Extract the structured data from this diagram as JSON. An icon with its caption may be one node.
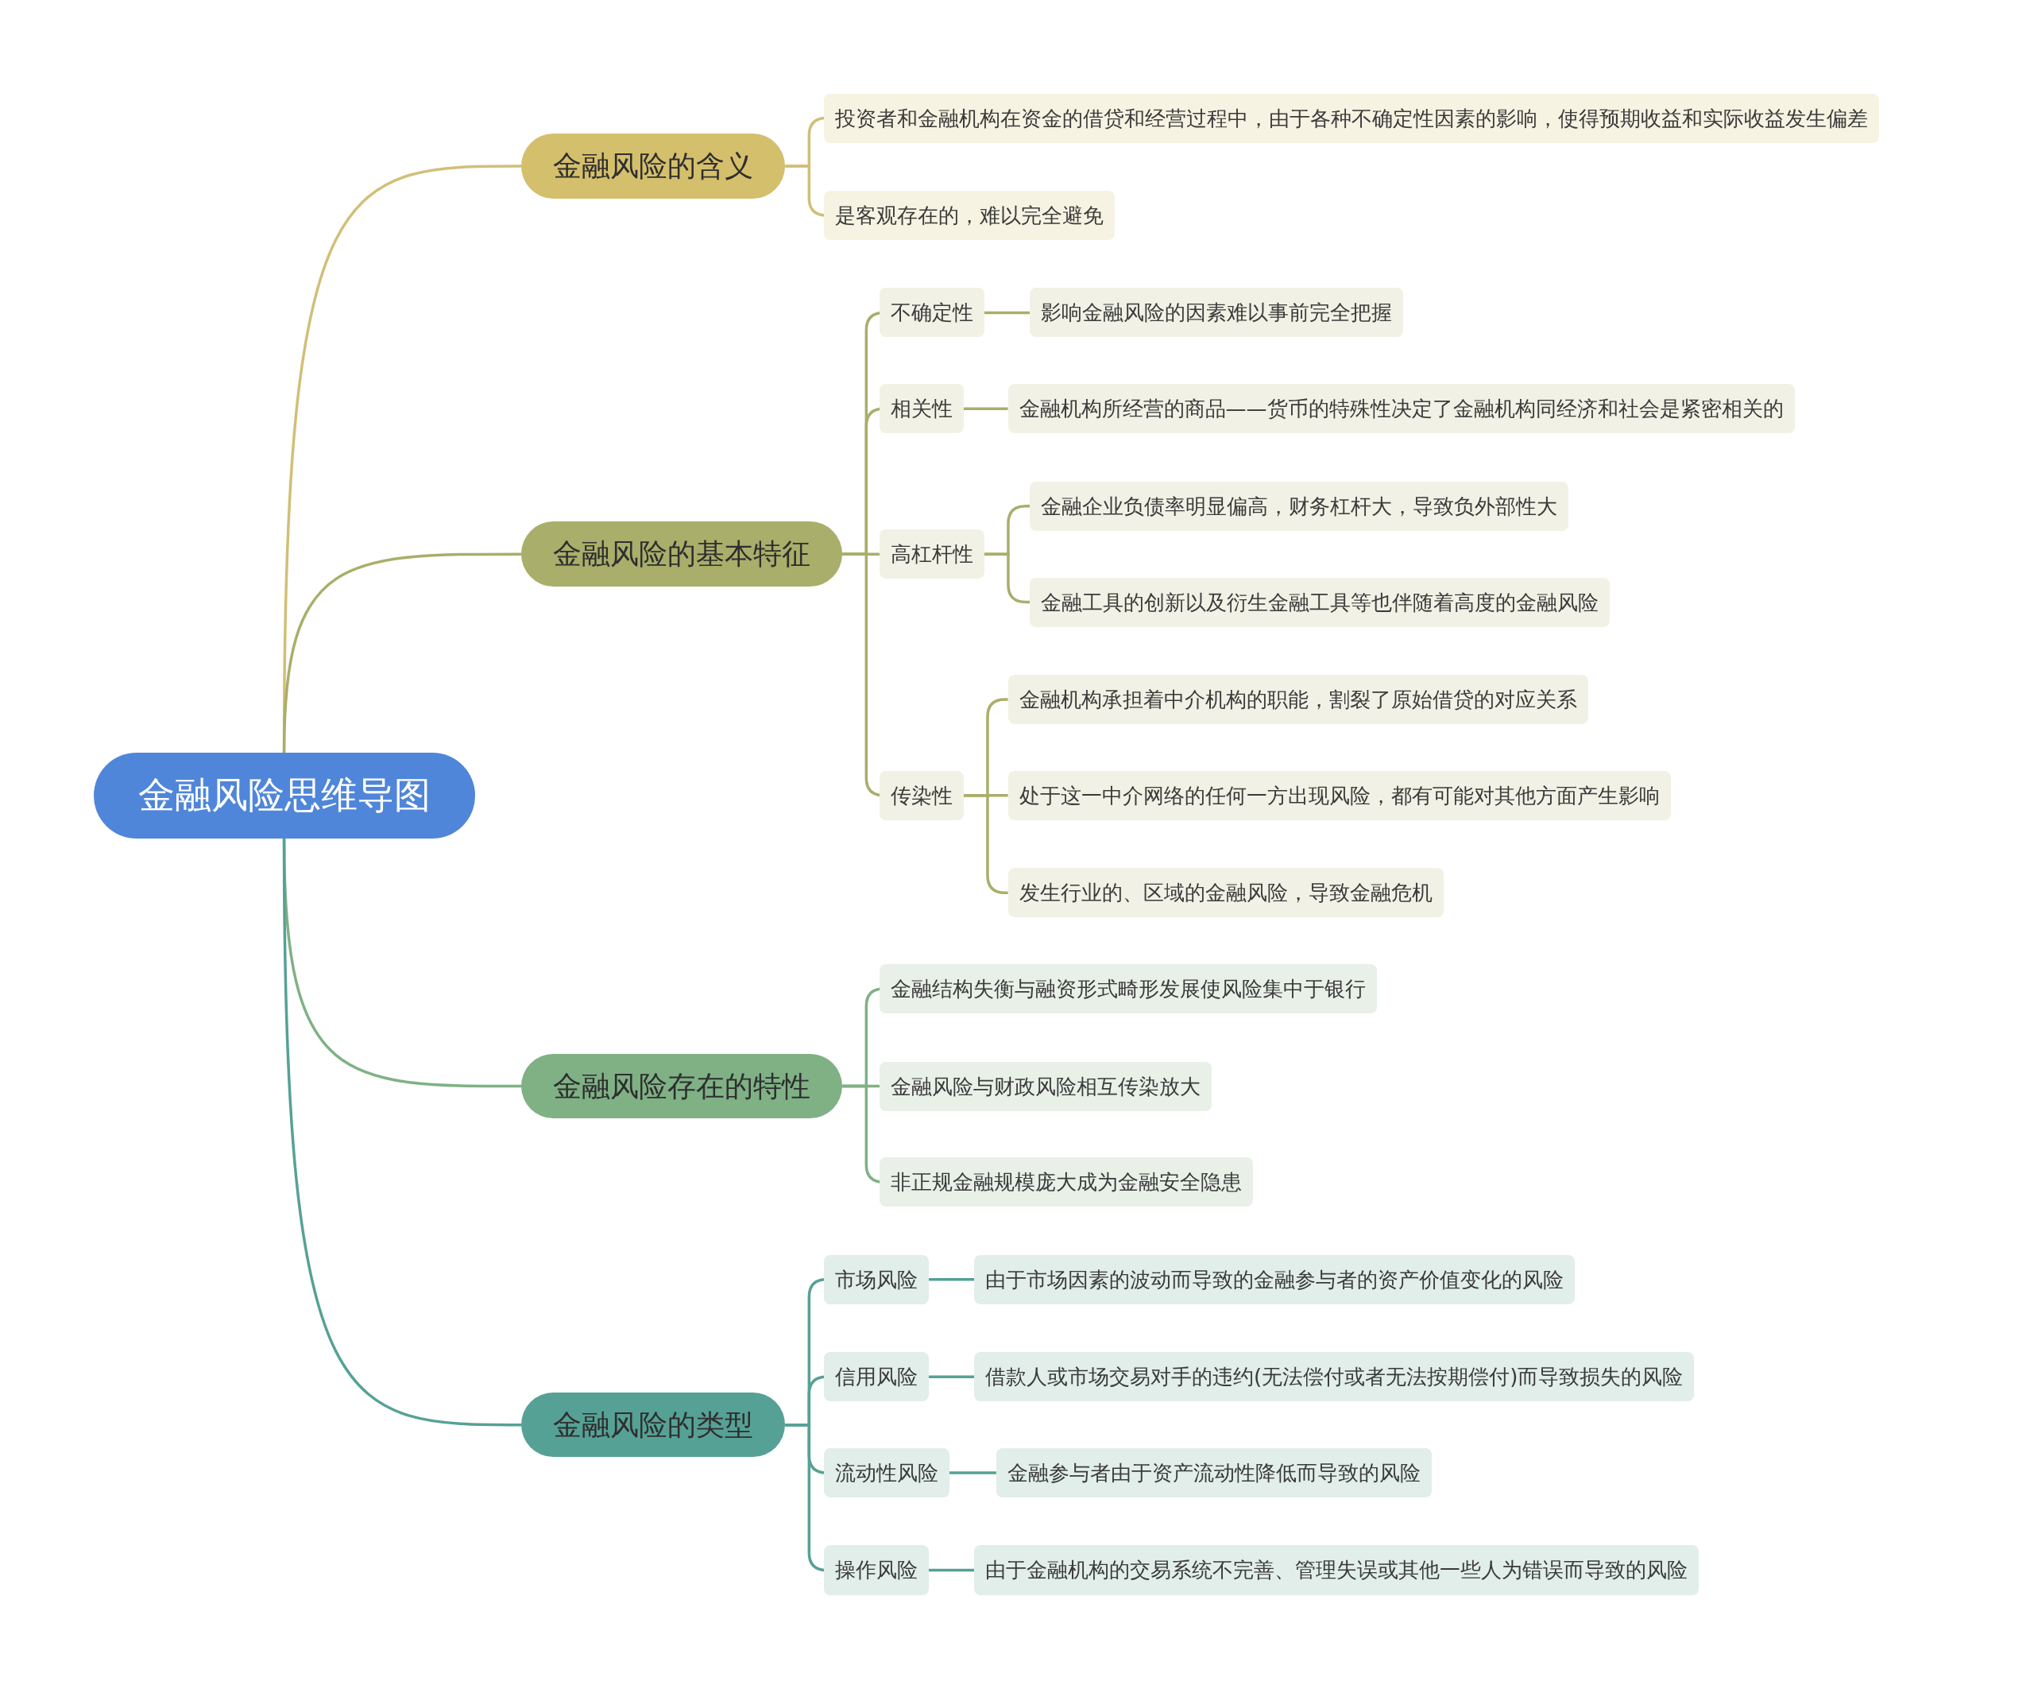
{
  "diagram": {
    "nodes": [
      {
        "text": [
          "金融风险思维导图"
        ]
      },
      {
        "text": [
          "金融风险的含义"
        ]
      },
      {
        "text": [
          "投资者和金融机构在资金的借贷和经营过程中，由于各种不确定性因素的影响，使得预期收益和实际收益发生偏差"
        ]
      },
      {
        "text": [
          "是客观存在的，难以完全避免"
        ]
      },
      {
        "text": [
          "金融风险的基本特征"
        ]
      },
      {
        "text": [
          "不确定性"
        ]
      },
      {
        "text": [
          "影响金融风险的因素难以事前完全把握"
        ]
      },
      {
        "text": [
          "相关性"
        ]
      },
      {
        "text": [
          "金融机构所经营的商品——货币的特殊性决定了金融机构同经济和社会是紧密相关的"
        ]
      },
      {
        "text": [
          "高杠杆性"
        ]
      },
      {
        "text": [
          "金融企业负债率明显偏高，财务杠杆大，导致负外部性大"
        ]
      },
      {
        "text": [
          "金融工具的创新以及衍生金融工具等也伴随着高度的金融风险"
        ]
      },
      {
        "text": [
          "传染性"
        ]
      },
      {
        "text": [
          "金融机构承担着中介机构的职能，割裂了原始借贷的对应关系"
        ]
      },
      {
        "text": [
          "处于这一中介网络的任何一方出现风险，都有可能对其他方面产生影响"
        ]
      },
      {
        "text": [
          "发生行业的、区域的金融风险，导致金融危机"
        ]
      },
      {
        "text": [
          "金融风险存在的特性"
        ]
      },
      {
        "text": [
          "金融结构失衡与融资形式畸形发展使风险集中于银行"
        ]
      },
      {
        "text": [
          "金融风险与财政风险相互传染放大"
        ]
      },
      {
        "text": [
          "非正规金融规模庞大成为金融安全隐患"
        ]
      },
      {
        "text": [
          "金融风险的类型"
        ]
      },
      {
        "text": [
          "市场风险"
        ]
      },
      {
        "text": [
          "由于市场因素的波动而导致的金融参与者的资产价值变化的风险"
        ]
      },
      {
        "text": [
          "信用风险"
        ]
      },
      {
        "text": [
          "借款人或市场交易对手的违约(无法偿付或者无法按期偿付)而导致损失的风险"
        ]
      },
      {
        "text": [
          "流动性风险"
        ]
      },
      {
        "text": [
          "金融参与者由于资产流动性降低而导致的风险"
        ]
      },
      {
        "text": [
          "操作风险"
        ]
      },
      {
        "text": [
          "由于金融机构的交易系统不完善、管理失误或其他一些人为错误而导致的风险"
        ]
      }
    ],
    "edges": [
      {
        "from": 0,
        "to": 1,
        "arrow": "none",
        "color": "#d2bf76"
      },
      {
        "from": 1,
        "to": 2,
        "arrow": "none",
        "color": "#d2bf76"
      },
      {
        "from": 1,
        "to": 3,
        "arrow": "none",
        "color": "#d2bf76"
      },
      {
        "from": 0,
        "to": 4,
        "arrow": "none"
      },
      {
        "from": 4,
        "to": 5,
        "arrow": "none"
      },
      {
        "from": 5,
        "to": 6,
        "arrow": "none"
      },
      {
        "from": 4,
        "to": 7,
        "arrow": "none"
      },
      {
        "from": 7,
        "to": 8,
        "arrow": "none"
      },
      {
        "from": 4,
        "to": 9,
        "arrow": "none"
      },
      {
        "from": 9,
        "to": 10,
        "arrow": "none"
      },
      {
        "from": 9,
        "to": 11,
        "arrow": "none"
      },
      {
        "from": 4,
        "to": 12,
        "arrow": "none"
      },
      {
        "from": 12,
        "to": 13,
        "arrow": "none"
      },
      {
        "from": 12,
        "to": 14,
        "arrow": "none"
      },
      {
        "from": 12,
        "to": 15,
        "arrow": "none"
      },
      {
        "from": 0,
        "to": 16,
        "arrow": "none",
        "color": "#7fb185"
      },
      {
        "from": 16,
        "to": 17,
        "arrow": "none",
        "color": "#7fb185"
      },
      {
        "from": 16,
        "to": 18,
        "arrow": "none",
        "color": "#7fb185"
      },
      {
        "from": 16,
        "to": 19,
        "arrow": "none",
        "color": "#7fb185"
      },
      {
        "from": 0,
        "to": 20,
        "arrow": "none",
        "color": "#56a196"
      },
      {
        "from": 20,
        "to": 21,
        "arrow": "none",
        "color": "#56a196"
      },
      {
        "from": 21,
        "to": 22,
        "arrow": "none",
        "color": "#56a196"
      },
      {
        "from": 20,
        "to": 23,
        "arrow": "none",
        "color": "#56a196"
      },
      {
        "from": 23,
        "to": 24,
        "arrow": "none",
        "color": "#56a196"
      },
      {
        "from": 20,
        "to": 25,
        "arrow": "none",
        "color": "#56a196"
      },
      {
        "from": 25,
        "to": 26,
        "arrow": "none",
        "color": "#56a196"
      },
      {
        "from": 20,
        "to": 27,
        "arrow": "none",
        "color": "#56a196"
      },
      {
        "from": 27,
        "to": 28,
        "arrow": "none",
        "color": "#56a196"
      }
    ]
  }
}
